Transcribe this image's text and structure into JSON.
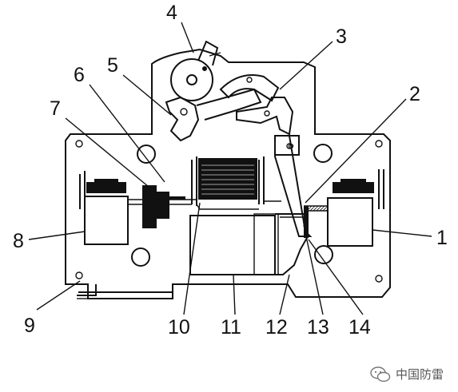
{
  "labels": {
    "n1": "1",
    "n2": "2",
    "n3": "3",
    "n4": "4",
    "n5": "5",
    "n6": "6",
    "n7": "7",
    "n8": "8",
    "n9": "9",
    "n10": "10",
    "n11": "11",
    "n12": "12",
    "n13": "13",
    "n14": "14"
  },
  "watermark": {
    "text": "中国防雷",
    "icon": "wechat-icon"
  }
}
